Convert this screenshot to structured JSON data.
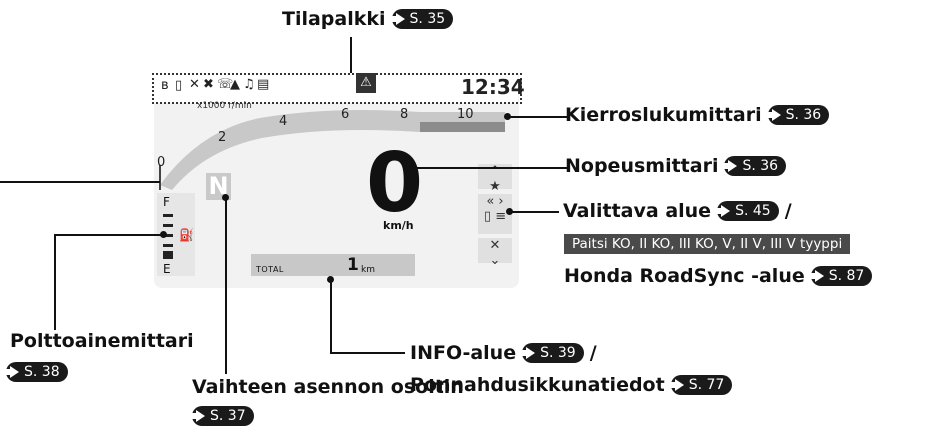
{
  "labels": {
    "status_bar": "Tilapalkki",
    "tachometer": "Kierroslukumittari",
    "speedometer": "Nopeusmittari",
    "selectable_area": "Valittava alue",
    "selectable_note": "Paitsi KO, II KO, III KO, V, II V, III V tyyppi",
    "roadsync": "Honda RoadSync -alue",
    "fuel_gauge": "Polttoainemittari",
    "gear_indicator": "Vaihteen asennon osoitin",
    "info_area": "INFO-alue",
    "popup": "Ponnahdusikkunatiedot"
  },
  "refs": {
    "status_bar": "S. 35",
    "tachometer": "S. 36",
    "speedometer": "S. 36",
    "selectable_area": "S. 45",
    "roadsync": "S. 87",
    "fuel_gauge": "S. 38",
    "gear_indicator": "S. 37",
    "info_area": "S. 39",
    "popup": "S. 77"
  },
  "display": {
    "clock": "12:34",
    "rpm_unit": "x1000 r/min",
    "rpm_ticks": [
      "0",
      "2",
      "4",
      "6",
      "8",
      "10"
    ],
    "speed": "0",
    "speed_unit": "km/h",
    "gear": "N",
    "fuel_full": "F",
    "fuel_empty": "E",
    "info_label": "TOTAL",
    "info_value": "1",
    "info_unit": "km"
  },
  "colors": {
    "ref_badge": "#1a1a1a",
    "note_bg": "#4a4a4a",
    "screen_bg": "#f2f2f2",
    "tach_arc": "#c8c8c8"
  }
}
